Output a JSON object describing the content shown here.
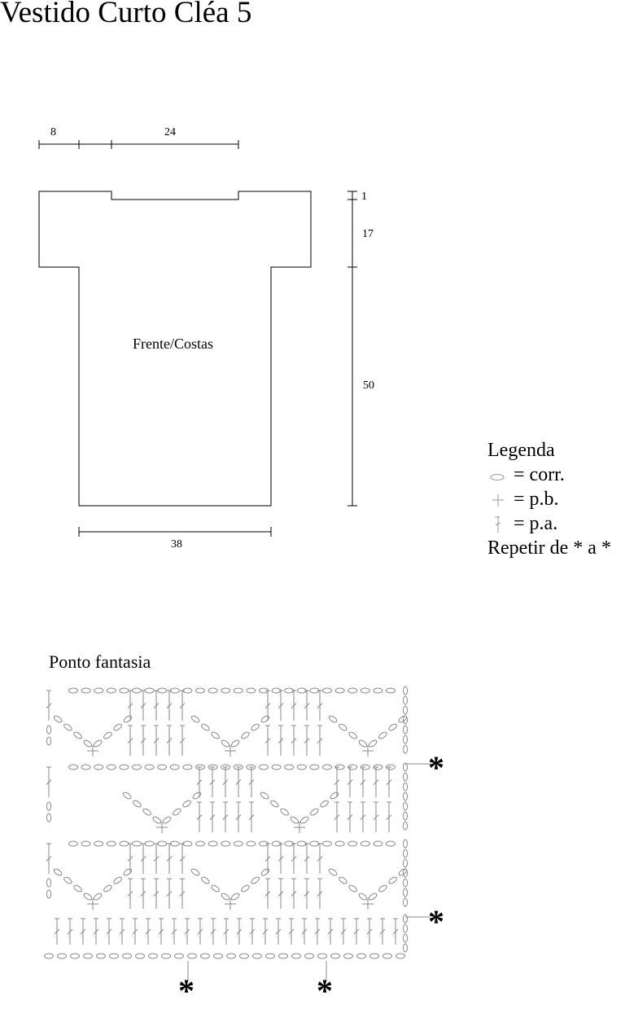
{
  "title": "Vestido Curto Cléa 5",
  "schematic": {
    "piece_label": "Frente/Costas",
    "dimensions": {
      "sleeve": "8",
      "neck": "24",
      "neck_depth": "1",
      "armhole": "17",
      "body": "50",
      "width": "38"
    }
  },
  "legend": {
    "heading": "Legenda",
    "items": [
      {
        "icon": "chain-stitch-icon",
        "label": "= corr."
      },
      {
        "icon": "single-crochet-icon",
        "label": "= p.b."
      },
      {
        "icon": "double-crochet-icon",
        "label": "= p.a."
      }
    ],
    "repeat_note": "Repetir de * a *"
  },
  "chart": {
    "title": "Ponto fantasia",
    "marker": "*"
  }
}
